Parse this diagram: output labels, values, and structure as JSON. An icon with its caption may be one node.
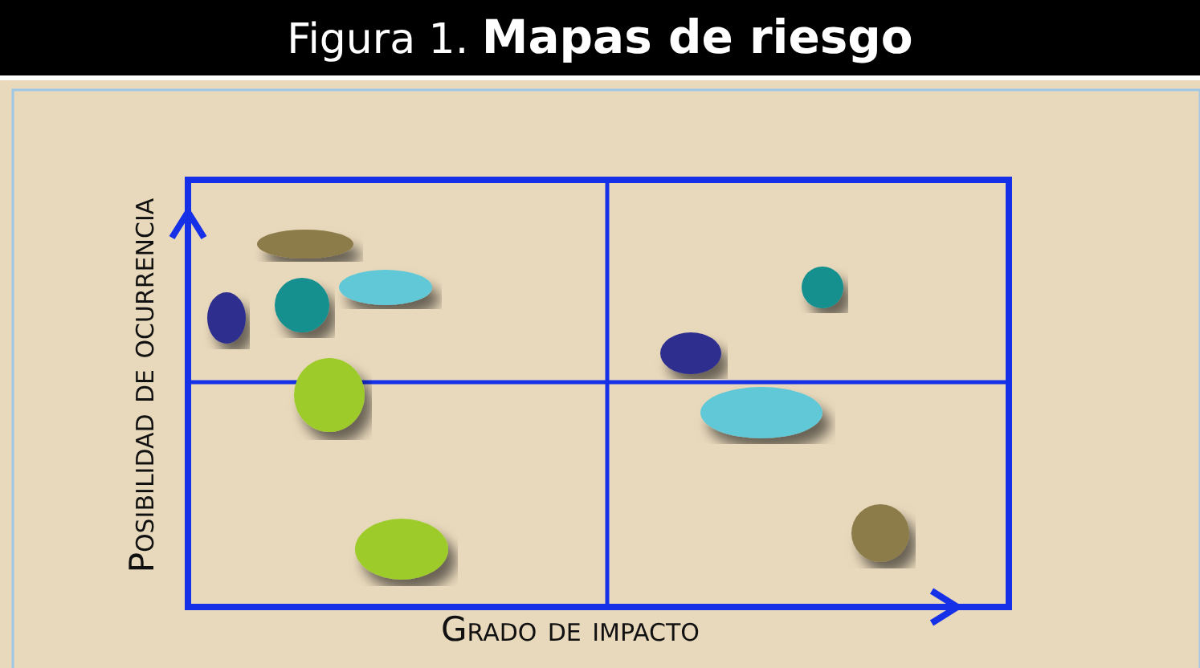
{
  "diagram": {
    "title": "Figura 1. **Mapas de riesgo**",
    "labels": [
      "Posibilidad de ocurrencia",
      "Grado de impacto"
    ]
  }
}
